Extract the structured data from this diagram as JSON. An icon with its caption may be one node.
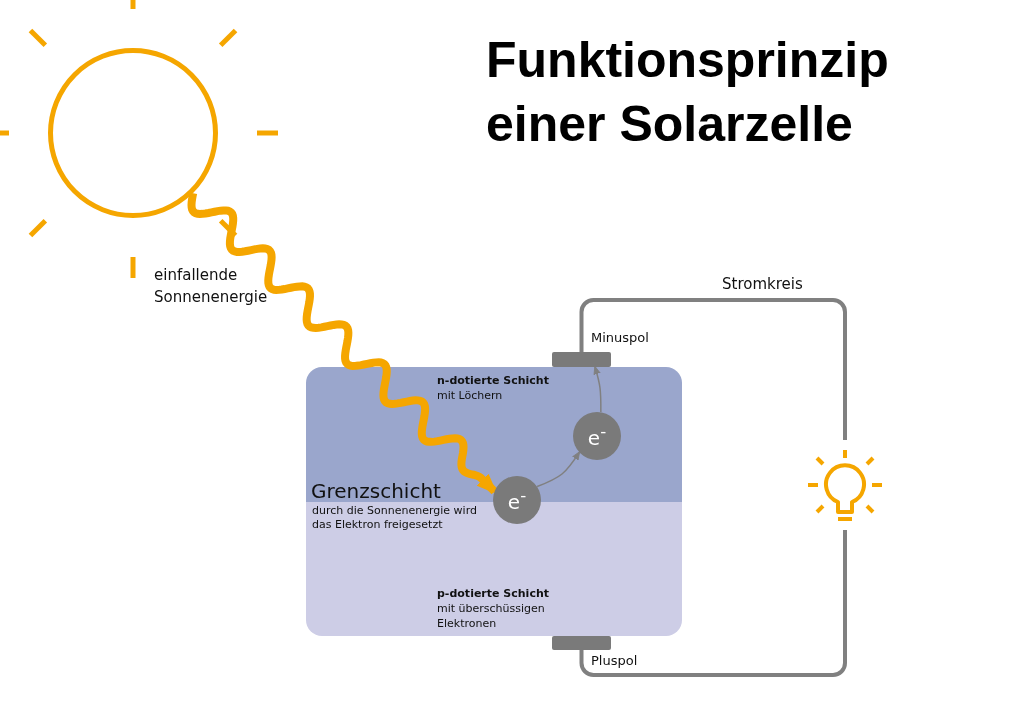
{
  "diagram": {
    "title": "Funktionsprinzip einer Solarzelle",
    "nodes": [
      {
        "text": [],
        "shape": "circle"
      },
      {
        "text": [],
        "shape": "bar",
        "beside": [
          "Minuspol"
        ]
      },
      {
        "text": [
          "n-dotierte Schicht",
          "mit Löchern"
        ]
      },
      {
        "text": [
          "e$^{-}$"
        ],
        "in": 2
      },
      {
        "text": [
          "e$^{-}$"
        ]
      },
      {
        "text": [
          "p-dotierte Schicht",
          "mit überschüssigen Elektronen"
        ]
      },
      {
        "text": [],
        "shape": "bar",
        "beside": [
          "Pluspol"
        ]
      },
      {
        "text": [],
        "shape": "bulb"
      }
    ],
    "edges": [
      {
        "from": 0,
        "to": 4,
        "arrow": "to",
        "label": "einfallende Sonnenenergie",
        "style": "thick",
        "color": "#f5a600"
      },
      {
        "from": 4,
        "to": 3,
        "arrow": "to"
      },
      {
        "from": 3,
        "to": 1,
        "arrow": "to"
      },
      {
        "from": 1,
        "to": 7,
        "arrow": "none",
        "label": "Stromkreis"
      },
      {
        "from": 7,
        "to": 6,
        "arrow": "none"
      }
    ],
    "labels": [
      "Grenzschicht",
      "durch die Sonnenenergie wird das Elektron freigesetzt"
    ]
  }
}
